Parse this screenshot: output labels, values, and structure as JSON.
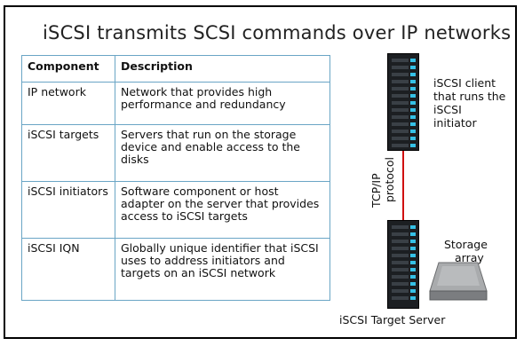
{
  "title": "iSCSI transmits SCSI commands over IP networks",
  "table": {
    "headers": [
      "Component",
      "Description"
    ],
    "rows": [
      [
        "IP network",
        "Network that provides high performance and redundancy"
      ],
      [
        "iSCSI targets",
        "Servers that run on the storage device and enable access to the disks"
      ],
      [
        "iSCSI initiators",
        "Software component or host adapter on the server that provides access to iSCSI targets"
      ],
      [
        "iSCSI IQN",
        "Globally unique identifier that iSCSI uses to address initiators and targets on an iSCSI network"
      ]
    ]
  },
  "diagram": {
    "client_label": [
      "iSCSI client",
      "that runs the",
      "iSCSI",
      "initiator"
    ],
    "protocol_label": [
      "TCP/IP",
      "protocol"
    ],
    "storage_label": [
      "Storage",
      "array"
    ],
    "target_label": "iSCSI Target Server",
    "colors": {
      "link": "#d01010",
      "server_body": "#1c1f22",
      "server_led": "#35c1e6",
      "table_border": "#6aa5c5"
    },
    "icons": [
      "client-server-icon",
      "target-server-icon",
      "storage-array-icon"
    ]
  }
}
